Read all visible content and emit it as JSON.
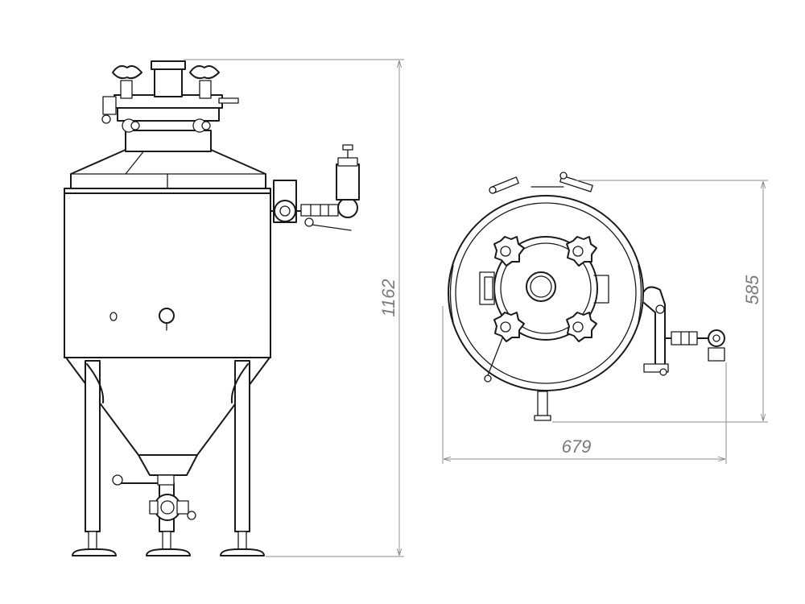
{
  "dimensions": {
    "height_total": "1162",
    "top_view_height": "585",
    "top_view_width": "679"
  },
  "colors": {
    "line": "#1a1a1a",
    "dimension": "#8c8c8c",
    "dimension_text": "#7a7a7a",
    "background": "#ffffff"
  }
}
